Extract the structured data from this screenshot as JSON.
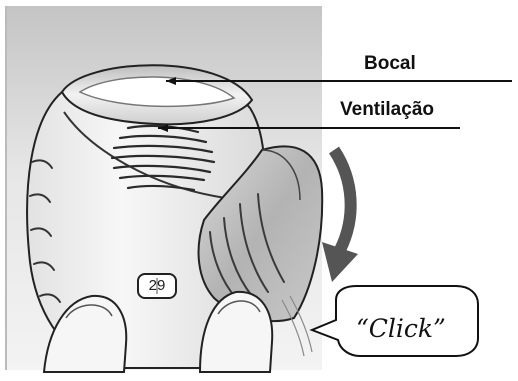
{
  "labels": {
    "mouthpiece": "Bocal",
    "vent": "Ventilação"
  },
  "sound_effect": "“Click”",
  "dose_counter": "29",
  "colors": {
    "line": "#111111",
    "device_light": "#f4f4f4",
    "device_shade": "#d6d6d6",
    "cover_grey": "#bdbdbd",
    "background_grey": "#cfcfcf"
  },
  "icons": {
    "motion_arrow": "curved-arrow-down"
  }
}
